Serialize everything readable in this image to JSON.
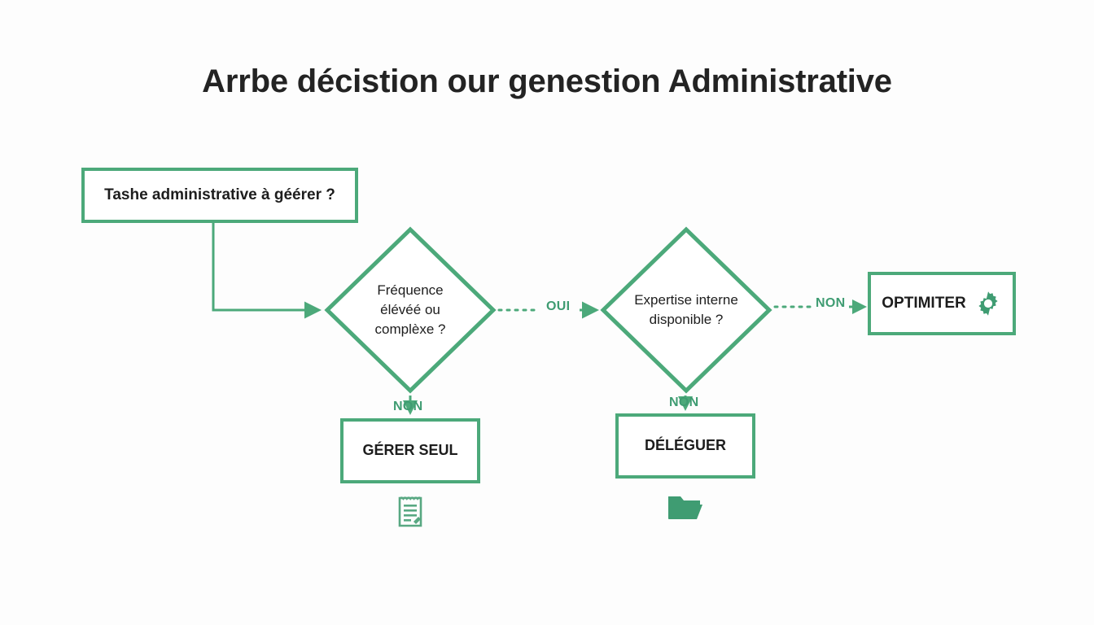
{
  "title": "Arrbe décistion our genestion Administrative",
  "theme": {
    "accent_green": "#4ca97a",
    "label_green": "#3f9c72",
    "text_dark": "#1d1d1d",
    "background": "#fdfdfd"
  },
  "nodes": {
    "task": {
      "label": "Tashe administrative à géérer ?",
      "shape": "rectangle"
    },
    "frequence": {
      "lines": [
        "Fréquence",
        "élévéé ou",
        "complèxe ?"
      ],
      "shape": "diamond"
    },
    "expertise": {
      "lines": [
        "Expertise interne",
        "disponible ?"
      ],
      "shape": "diamond"
    },
    "gerer_seul": {
      "label": "GÉRER SEUL",
      "shape": "rectangle",
      "icon": "note-pencil-icon"
    },
    "deleguer": {
      "label": "DÉLÉGUER",
      "shape": "rectangle",
      "icon": "open-folder-icon"
    },
    "optimiser": {
      "label": "OPTIMITER",
      "shape": "rectangle",
      "icon": "gear-icon"
    }
  },
  "edges": {
    "task_to_frequence": {
      "label": "",
      "style": "solid"
    },
    "frequence_to_expertise": {
      "label": "OUI",
      "style": "dotted-then-solid"
    },
    "expertise_to_optimiser": {
      "label": "NON",
      "style": "dotted-then-solid"
    },
    "frequence_to_gerer_seul": {
      "label": "NON",
      "style": "solid"
    },
    "expertise_to_deleguer": {
      "label": "NON",
      "style": "solid"
    }
  },
  "chart_data": {
    "type": "diagram",
    "title": "Arrbe décistion our genestion Administrative",
    "diagram_kind": "decision-tree-flowchart",
    "nodes": [
      {
        "id": "task",
        "shape": "rectangle",
        "text": "Tashe administrative à géérer ?"
      },
      {
        "id": "frequence",
        "shape": "diamond",
        "text": "Fréquence élévéé ou complèxe ?"
      },
      {
        "id": "expertise",
        "shape": "diamond",
        "text": "Expertise interne disponible ?"
      },
      {
        "id": "gerer_seul",
        "shape": "rectangle",
        "text": "GÉRER SEUL"
      },
      {
        "id": "deleguer",
        "shape": "rectangle",
        "text": "DÉLÉGUER"
      },
      {
        "id": "optimiser",
        "shape": "rectangle",
        "text": "OPTIMITER"
      }
    ],
    "edges": [
      {
        "from": "task",
        "to": "frequence",
        "label": ""
      },
      {
        "from": "frequence",
        "to": "expertise",
        "label": "OUI"
      },
      {
        "from": "frequence",
        "to": "gerer_seul",
        "label": "NON"
      },
      {
        "from": "expertise",
        "to": "optimiser",
        "label": "NON"
      },
      {
        "from": "expertise",
        "to": "deleguer",
        "label": "NON"
      }
    ]
  }
}
